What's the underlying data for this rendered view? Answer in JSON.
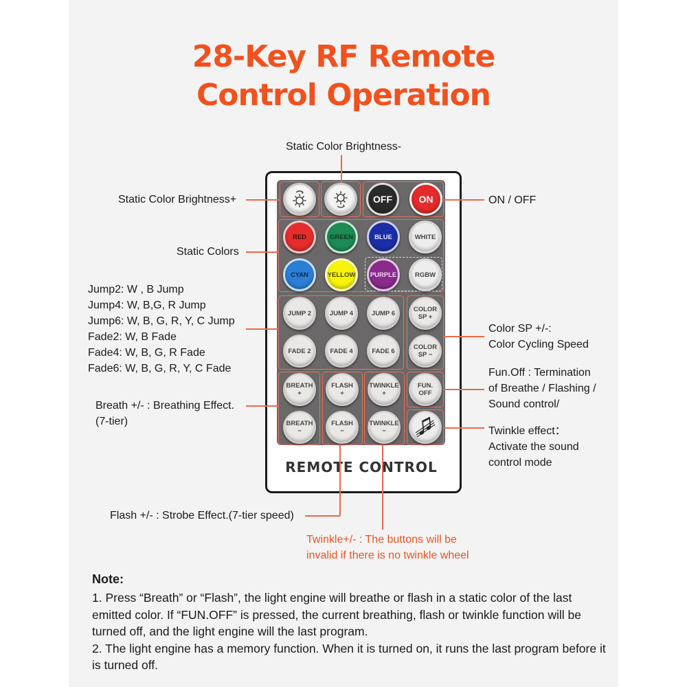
{
  "title": {
    "line1": "28-Key RF Remote",
    "line2": "Control Operation"
  },
  "colors": {
    "accent": "#f2511e",
    "callout_line": "#e86a4a",
    "panel_bg": "#f3f3f3"
  },
  "labels": {
    "brightness_minus": "Static Color Brightness-",
    "brightness_plus": "Static Color Brightness+",
    "on_off": "ON / OFF",
    "static_colors": "Static Colors",
    "jump_fade": [
      "Jump2: W , B Jump",
      "Jump4: W, B,G, R Jump",
      "Jump6: W,  B, G, R, Y, C Jump",
      "Fade2: W,  B Fade",
      "Fade4: W, B, G, R Fade",
      "Fade6: W, B, G, R, Y, C Fade"
    ],
    "color_sp": [
      "Color SP +/-:",
      "Color Cycling Speed"
    ],
    "fun_off": [
      "Fun.Off : Termination",
      "of Breathe / Flashing /",
      "Sound control/"
    ],
    "breath": [
      "Breath +/- : Breathing Effect.",
      "(7-tier)"
    ],
    "twinkle_effect": [
      "Twinkle effect：",
      "Activate the sound",
      "control mode"
    ],
    "flash": "Flash +/- : Strobe Effect.(7-tier speed)",
    "twinkle_note": [
      "Twinkle+/- : The buttons will be",
      "invalid if there is no twinkle wheel"
    ]
  },
  "remote": {
    "text": "REMOTE CONTROL",
    "buttons": {
      "bright_up": {
        "icon": "brightness-up-icon"
      },
      "bright_down": {
        "icon": "brightness-down-icon"
      },
      "off": "OFF",
      "on": "ON",
      "red": "RED",
      "green": "GREEN",
      "blue": "BLUE",
      "white": "WHITE",
      "cyan": "CYAN",
      "yellow": "YELLOW",
      "purple": "PURPLE",
      "rgbw": "RGBW",
      "jump2": "JUMP 2",
      "jump4": "JUMP 4",
      "jump6": "JUMP 6",
      "color_sp_plus": [
        "COLOR",
        "SP +"
      ],
      "fade2": "FADE 2",
      "fade4": "FADE 4",
      "fade6": "FADE 6",
      "color_sp_minus": [
        "COLOR",
        "SP −"
      ],
      "breath_plus": [
        "BREATH",
        "+"
      ],
      "flash_plus": [
        "FLASH",
        "+"
      ],
      "twinkle_plus": [
        "TWINKLE",
        "+"
      ],
      "fun_off": [
        "FUN.",
        "OFF"
      ],
      "breath_minus": [
        "BREATH",
        "−"
      ],
      "flash_minus": [
        "FLASH",
        "−"
      ],
      "twinkle_minus": [
        "TWINKLE",
        "−"
      ],
      "music": {
        "icon": "music-note-icon"
      }
    }
  },
  "note": {
    "heading": "Note:",
    "items": [
      "1. Press “Breath” or “Flash”, the light engine will breathe or flash in a static color of the last emitted color. If “FUN.OFF” is pressed, the current breathing, flash or twinkle function will be turned off, and the light engine will the last program.",
      "2. The light engine has a memory function. When it is turned on, it runs the last program before it is turned off."
    ]
  }
}
